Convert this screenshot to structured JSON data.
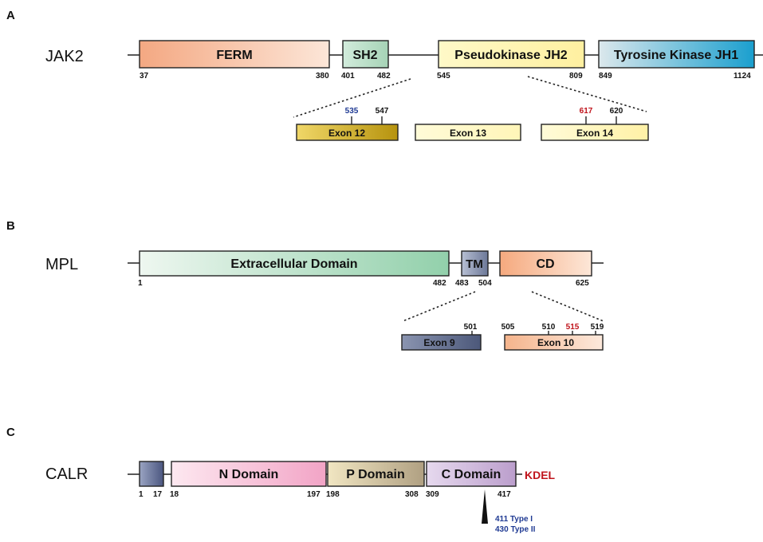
{
  "panels": [
    {
      "letter": "A",
      "protein": "JAK2",
      "domains": [
        {
          "label": "FERM",
          "start": "37",
          "end": "380"
        },
        {
          "label": "SH2",
          "start": "401",
          "end": "482"
        },
        {
          "label": "Pseudokinase JH2",
          "start": "545",
          "end": "809"
        },
        {
          "label": "Tyrosine Kinase JH1",
          "start": "849",
          "end": "1124"
        }
      ],
      "exons": [
        {
          "label": "Exon 12",
          "marks": [
            {
              "text": "535",
              "color": "#1f3a93"
            },
            {
              "text": "547",
              "color": "#111111"
            }
          ]
        },
        {
          "label": "Exon 13",
          "marks": []
        },
        {
          "label": "Exon 14",
          "marks": [
            {
              "text": "617",
              "color": "#c0141c"
            },
            {
              "text": "620",
              "color": "#111111"
            }
          ]
        }
      ]
    },
    {
      "letter": "B",
      "protein": "MPL",
      "domains": [
        {
          "label": "Extracellular Domain",
          "start": "1",
          "end": "482"
        },
        {
          "label": "TM",
          "start": "483",
          "end": "504"
        },
        {
          "label": "CD",
          "start": "",
          "end": "625"
        }
      ],
      "exons": [
        {
          "label": "Exon 9",
          "marks": [
            {
              "text": "501",
              "color": "#111111"
            }
          ]
        },
        {
          "label": "Exon 10",
          "marks": [
            {
              "text": "505",
              "color": "#111111"
            },
            {
              "text": "510",
              "color": "#111111"
            },
            {
              "text": "515",
              "color": "#c0141c"
            },
            {
              "text": "519",
              "color": "#111111"
            }
          ]
        }
      ]
    },
    {
      "letter": "C",
      "protein": "CALR",
      "domains": [
        {
          "label": "",
          "start": "1",
          "end": "17"
        },
        {
          "label": "N Domain",
          "start": "18",
          "end": "197"
        },
        {
          "label": "P Domain",
          "start": "198",
          "end": "308"
        },
        {
          "label": "C Domain",
          "start": "309",
          "end": "417"
        }
      ],
      "tail_label": "KDEL",
      "mutation_notes": [
        "411 Type I",
        "430 Type II"
      ]
    }
  ],
  "colors": {
    "outline": "#222222",
    "text": "#111111",
    "blue_text": "#1f3a93",
    "red_text": "#c0141c",
    "ferm": [
      "#f4a882",
      "#fce6d8"
    ],
    "sh2": [
      "#d2ecdc",
      "#a6d3b6"
    ],
    "pseudokinase": [
      "#fff9c8",
      "#fff0a0"
    ],
    "jh1": [
      "#dce8ec",
      "#1a9fce"
    ],
    "exon12": [
      "#f0d768",
      "#b6930e"
    ],
    "exon13": [
      "#fffbd8",
      "#fff5b8"
    ],
    "exon14": [
      "#fffbd8",
      "#fff1a6"
    ],
    "extracellular": [
      "#eef7f0",
      "#92d0ab"
    ],
    "tm": [
      "#b7bfd3",
      "#6c7898"
    ],
    "cd": [
      "#f5a97e",
      "#fde7d8"
    ],
    "exon9": [
      "#8a94b0",
      "#4c587a"
    ],
    "exon10": [
      "#f5b48c",
      "#fde9dc"
    ],
    "signal": [
      "#9aa4c2",
      "#4b5680"
    ],
    "ndomain": [
      "#fde8f0",
      "#f2a4c6"
    ],
    "pdomain": [
      "#f1e6c2",
      "#b0a082"
    ],
    "cdomain": [
      "#e6d9ee",
      "#bb9ecc"
    ]
  }
}
